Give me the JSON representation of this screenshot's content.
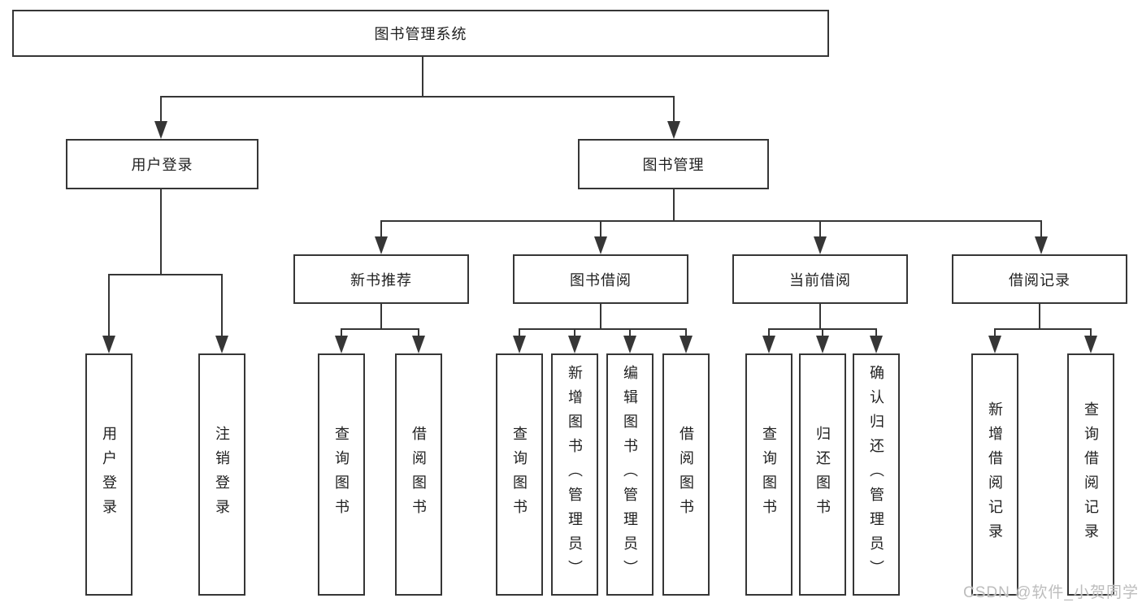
{
  "tree": {
    "label": "图书管理系统",
    "children": [
      {
        "label": "用户登录",
        "children": [
          {
            "label": "用户登录"
          },
          {
            "label": "注销登录"
          }
        ]
      },
      {
        "label": "图书管理",
        "children": [
          {
            "label": "新书推荐",
            "children": [
              {
                "label": "查询图书"
              },
              {
                "label": "借阅图书"
              }
            ]
          },
          {
            "label": "图书借阅",
            "children": [
              {
                "label": "查询图书"
              },
              {
                "label": "新增图书（管理员）"
              },
              {
                "label": "编辑图书（管理员）"
              },
              {
                "label": "借阅图书"
              }
            ]
          },
          {
            "label": "当前借阅",
            "children": [
              {
                "label": "查询图书"
              },
              {
                "label": "归还图书"
              },
              {
                "label": "确认归还（管理员）"
              }
            ]
          },
          {
            "label": "借阅记录",
            "children": [
              {
                "label": "新增借阅记录"
              },
              {
                "label": "查询借阅记录"
              }
            ]
          }
        ]
      }
    ]
  },
  "watermark": "CSDN @软件_小贺同学",
  "colors": {
    "line": "#363636",
    "text": "#212121",
    "watermark": "#bdbdbd",
    "background": "#ffffff"
  }
}
